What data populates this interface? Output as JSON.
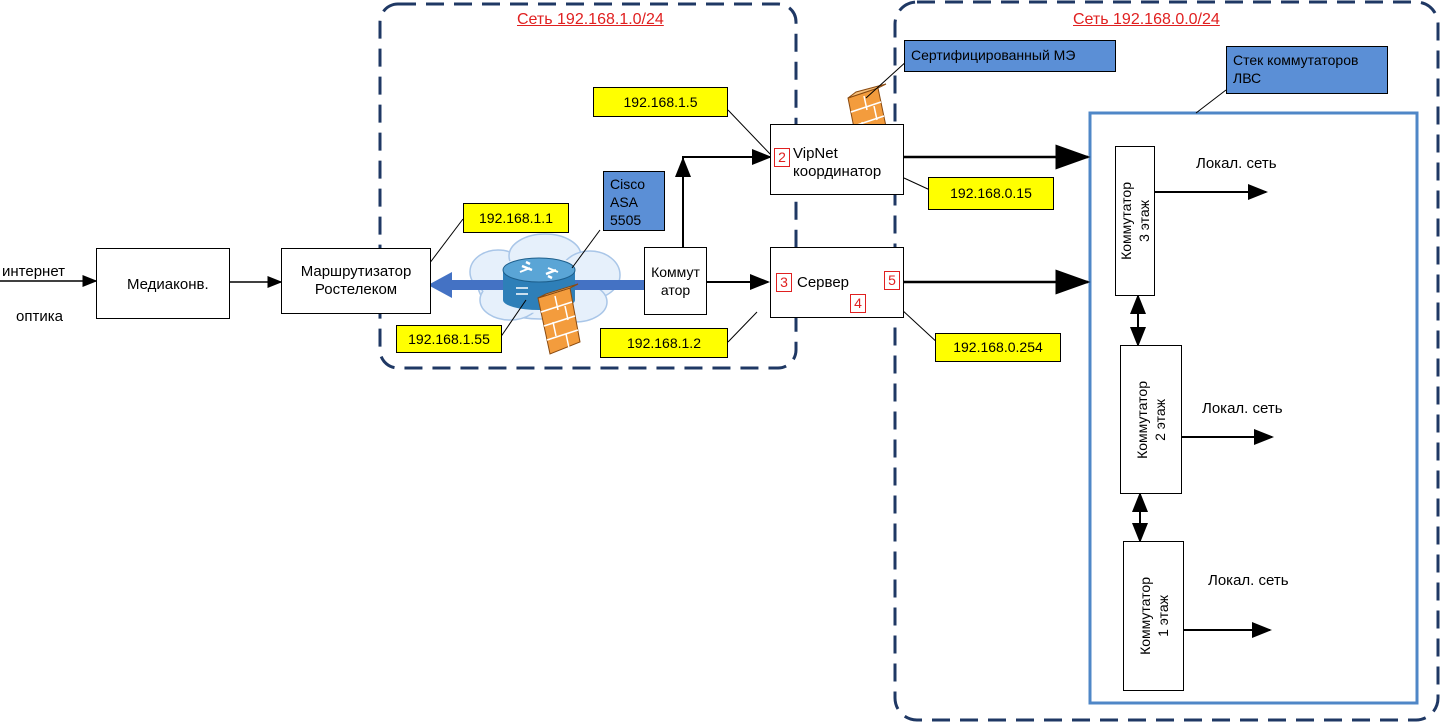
{
  "networks": {
    "left": "Сеть 192.168.1.0/24",
    "right": "Сеть 192.168.0.0/24"
  },
  "inputs": {
    "internet": "интернет",
    "optics": "оптика"
  },
  "devices": {
    "mediaconv": "Медиаконв.",
    "router": "Маршрутизатор Ростелеком",
    "switch": "Коммутатор",
    "vipnet": "VipNet координатор",
    "server": "Сервер",
    "cisco": "Cisco ASA 5505",
    "cert_fw": "Сертифицированный МЭ",
    "stack": "Стек коммутаторов ЛВС"
  },
  "ips": {
    "r_1_1": "192.168.1.1",
    "r_1_55": "192.168.1.55",
    "r_1_5": "192.168.1.5",
    "r_1_2": "192.168.1.2",
    "r_0_15": "192.168.0.15",
    "r_0_254": "192.168.0.254"
  },
  "ports": {
    "p2": "2",
    "p3": "3",
    "p4": "4",
    "p5": "5"
  },
  "switches": [
    {
      "name": "Коммутатор",
      "floor": "3 этаж",
      "lan": "Локал. сеть"
    },
    {
      "name": "Коммутатор",
      "floor": "2 этаж",
      "lan": "Локал. сеть"
    },
    {
      "name": "Коммутатор",
      "floor": "1 этаж",
      "lan": "Локал. сеть"
    }
  ],
  "colors": {
    "dashed_border": "#1f3864",
    "stack_border": "#4f87c7",
    "label_red": "#e02020",
    "yellow": "#ffff00",
    "blue_note": "#5b8fd6"
  }
}
